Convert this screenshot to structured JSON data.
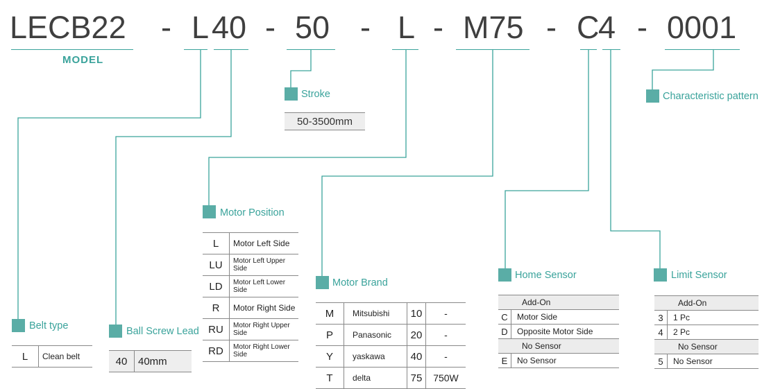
{
  "model_code": {
    "parts": [
      "LECB22",
      "L",
      "40",
      "50",
      "L",
      "M75",
      "C",
      "4",
      "0001"
    ],
    "separator": "-",
    "model_label": "MODEL"
  },
  "stroke": {
    "heading": "Stroke",
    "value": "50-3500mm"
  },
  "characteristic": {
    "heading": "Characteristic pattern"
  },
  "motor_position": {
    "heading": "Motor Position",
    "rows": [
      {
        "code": "L",
        "desc": "Motor Left Side"
      },
      {
        "code": "LU",
        "desc": "Motor Left Upper Side"
      },
      {
        "code": "LD",
        "desc": "Motor Left Lower Side"
      },
      {
        "code": "R",
        "desc": "Motor Right Side"
      },
      {
        "code": "RU",
        "desc": "Motor Right Upper Side"
      },
      {
        "code": "RD",
        "desc": "Motor Right Lower Side"
      }
    ]
  },
  "motor_brand": {
    "heading": "Motor Brand",
    "rows": [
      {
        "code": "M",
        "name": "Mitsubishi",
        "num": "10",
        "extra": "-"
      },
      {
        "code": "P",
        "name": "Panasonic",
        "num": "20",
        "extra": "-"
      },
      {
        "code": "Y",
        "name": "yaskawa",
        "num": "40",
        "extra": "-"
      },
      {
        "code": "T",
        "name": "delta",
        "num": "75",
        "extra": "750W"
      }
    ]
  },
  "belt_type": {
    "heading": "Belt type",
    "code": "L",
    "desc": "Clean belt"
  },
  "ball_screw": {
    "heading": "Ball Screw Lead",
    "code": "40",
    "desc": "40mm"
  },
  "home_sensor": {
    "heading": "Home Sensor",
    "add_on": "Add-On",
    "rows": [
      {
        "code": "C",
        "desc": "Motor Side"
      },
      {
        "code": "D",
        "desc": "Opposite Motor Side"
      }
    ],
    "no_sensor_header": "No Sensor",
    "no_sensor_row": {
      "code": "E",
      "desc": "No Sensor"
    }
  },
  "limit_sensor": {
    "heading": "Limit Sensor",
    "add_on": "Add-On",
    "rows": [
      {
        "code": "3",
        "desc": "1 Pc"
      },
      {
        "code": "4",
        "desc": "2 Pc"
      }
    ],
    "no_sensor_header": "No Sensor",
    "no_sensor_row": {
      "code": "5",
      "desc": "No Sensor"
    }
  },
  "colors": {
    "accent": "#3aa39b",
    "marker": "#5aada6",
    "text": "#3f3f3f"
  }
}
